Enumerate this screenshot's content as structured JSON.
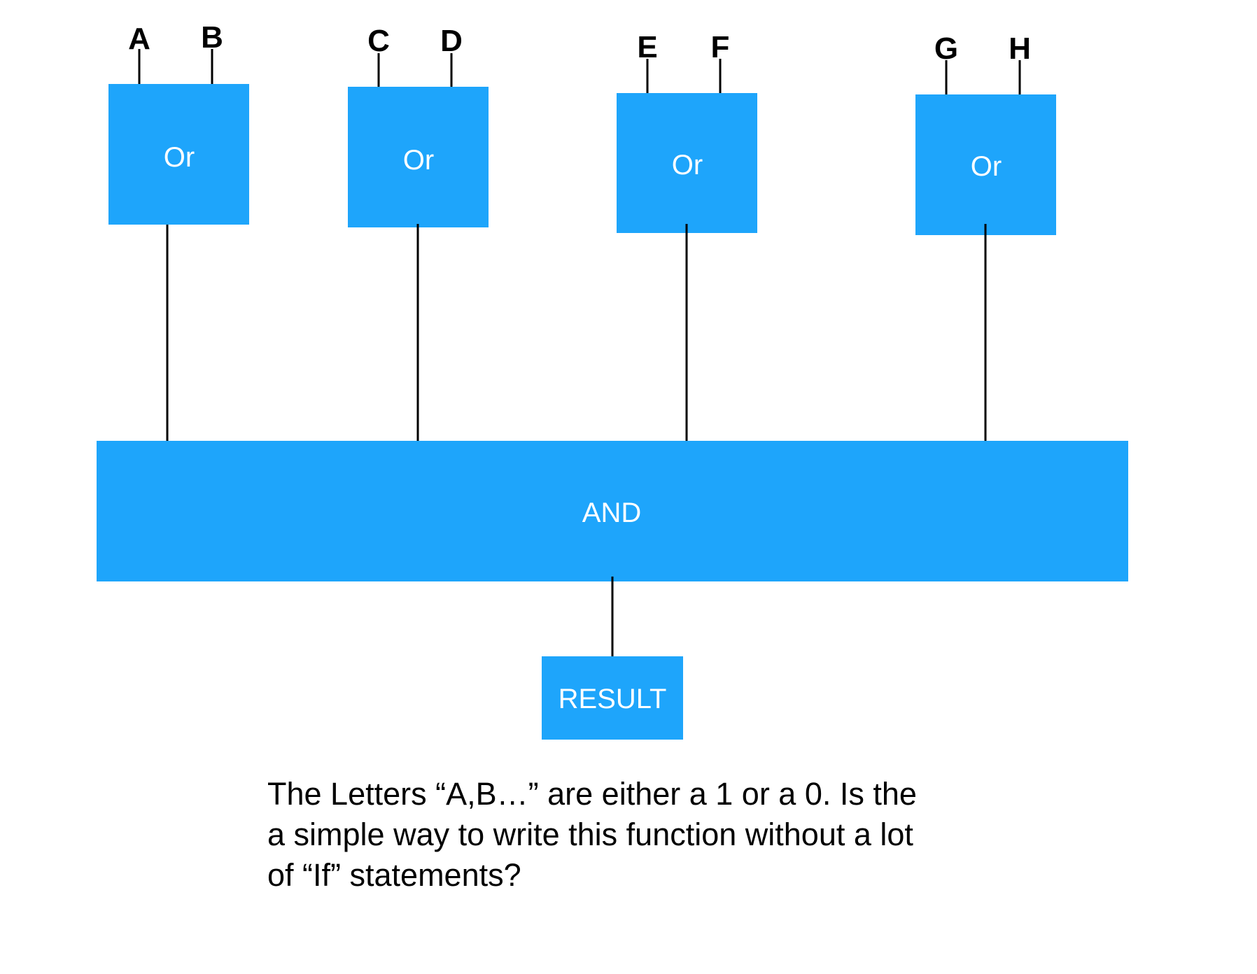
{
  "colors": {
    "gate_fill": "#1ea5fb",
    "wire": "#000000",
    "gate_text": "#ffffff",
    "label_text": "#000000"
  },
  "or_gates": [
    {
      "label": "Or",
      "inputs": [
        "A",
        "B"
      ]
    },
    {
      "label": "Or",
      "inputs": [
        "C",
        "D"
      ]
    },
    {
      "label": "Or",
      "inputs": [
        "E",
        "F"
      ]
    },
    {
      "label": "Or",
      "inputs": [
        "G",
        "H"
      ]
    }
  ],
  "and_gate": {
    "label": "AND"
  },
  "result": {
    "label": "RESULT"
  },
  "question": {
    "lines": [
      "The Letters “A,B…” are either a 1 or a 0.  Is the",
      "a simple way to write this function without a lot",
      "of “If” statements?"
    ]
  }
}
